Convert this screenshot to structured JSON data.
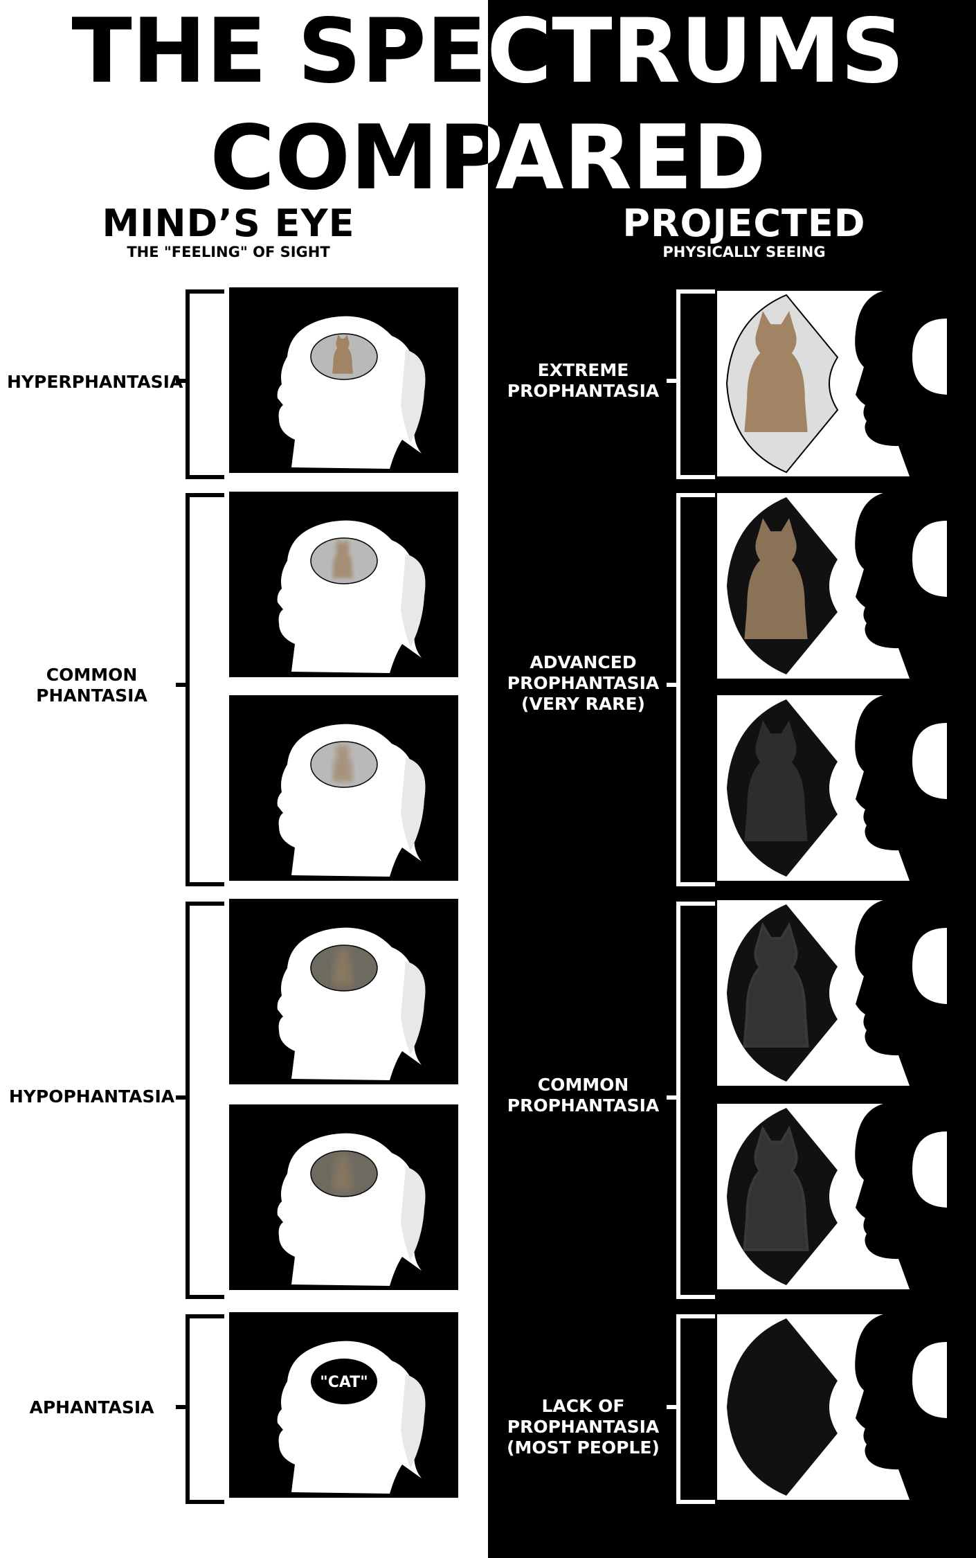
{
  "title": {
    "line1": "THE SPECTRUMS",
    "line2": "COMPARED"
  },
  "minds_eye": {
    "heading": "MIND’S EYE",
    "subheading": "THE \"FEELING\" OF SIGHT"
  },
  "projected": {
    "heading": "PROJECTED",
    "subheading": "PHYSICALLY SEEING"
  },
  "left_categories": [
    {
      "label": "HYPERPHANTASIA",
      "visualization_level": 1.0
    },
    {
      "label": "COMMON\nPHANTASIA",
      "visualization_levels": [
        0.7,
        0.55
      ]
    },
    {
      "label": "HYPOPHANTASIA",
      "visualization_levels": [
        0.35,
        0.25
      ]
    },
    {
      "label": "APHANTASIA",
      "thought_text": "\"CAT\""
    }
  ],
  "right_categories": [
    {
      "label": "EXTREME\nPROPHANTASIA",
      "projection_level": 1.0
    },
    {
      "label": "ADVANCED\nPROPHANTASIA\n(VERY RARE)",
      "projection_levels": [
        0.85,
        0.35
      ]
    },
    {
      "label": "COMMON\nPROPHANTASIA",
      "projection_levels": [
        0.15,
        0.08
      ]
    },
    {
      "label": "LACK OF\nPROPHANTASIA\n(MOST PEOPLE)",
      "projection_level": 0.0
    }
  ],
  "colors": {
    "black": "#000000",
    "white": "#ffffff",
    "cat": "#a08463"
  }
}
